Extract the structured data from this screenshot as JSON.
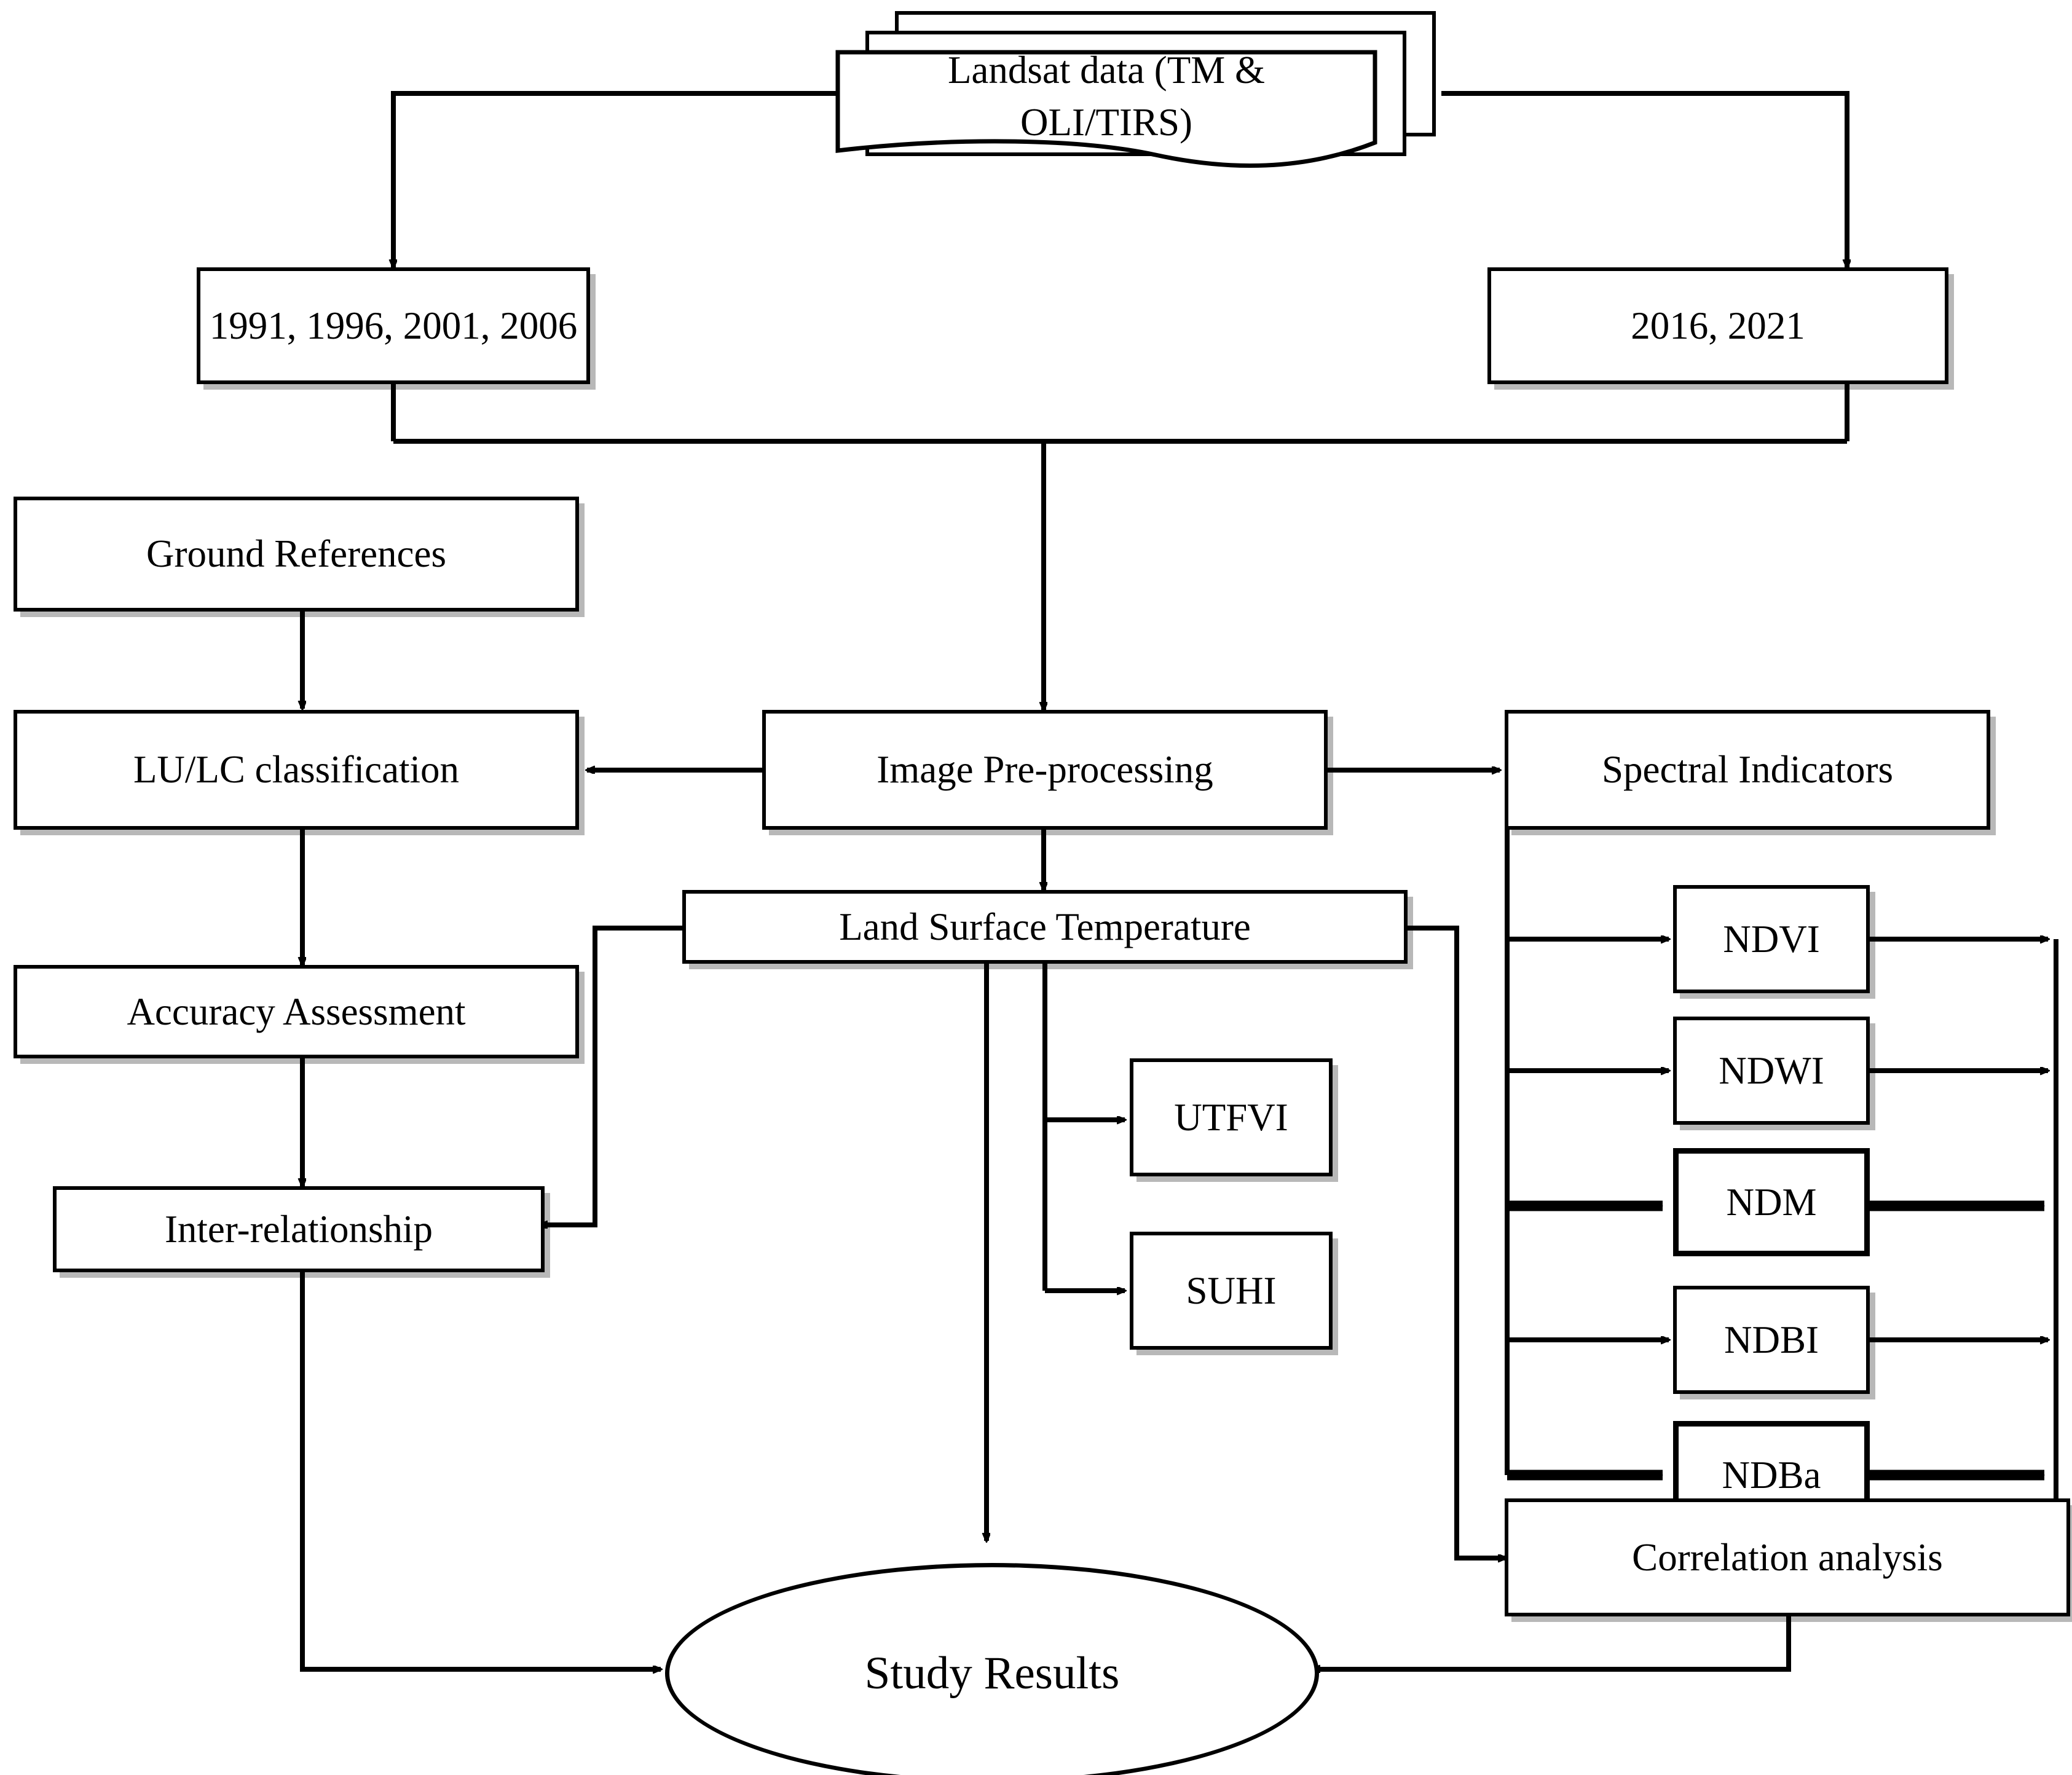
{
  "diagram": {
    "title": "Research methodology flowchart",
    "colors": {
      "stroke": "#000000",
      "fill": "#ffffff",
      "background": "#ffffff"
    },
    "nodes": {
      "landsat_data": {
        "label": "Landsat data (TM &\nOLI/TIRS)",
        "shape": "multi-document"
      },
      "years_early": {
        "label": "1991, 1996, 2001, 2006",
        "shape": "rectangle"
      },
      "years_late": {
        "label": "2016, 2021",
        "shape": "rectangle"
      },
      "ground_references": {
        "label": "Ground References",
        "shape": "rectangle"
      },
      "lulc_classification": {
        "label": "LU/LC classification",
        "shape": "rectangle"
      },
      "image_preprocessing": {
        "label": "Image Pre-processing",
        "shape": "rectangle"
      },
      "spectral_indicators": {
        "label": "Spectral Indicators",
        "shape": "rectangle"
      },
      "accuracy_assessment": {
        "label": "Accuracy Assessment",
        "shape": "rectangle"
      },
      "land_surface_temperature": {
        "label": "Land Surface Temperature",
        "shape": "rectangle"
      },
      "utfvi": {
        "label": "UTFVI",
        "shape": "rectangle"
      },
      "suhi": {
        "label": "SUHI",
        "shape": "rectangle"
      },
      "inter_relationship": {
        "label": "Inter-relationship",
        "shape": "rectangle"
      },
      "correlation_analysis": {
        "label": "Correlation analysis",
        "shape": "rectangle"
      },
      "study_results": {
        "label": "Study Results",
        "shape": "ellipse"
      }
    },
    "indicators": [
      {
        "id": "ndvi",
        "label": "NDVI",
        "emphasis": "normal"
      },
      {
        "id": "ndwi",
        "label": "NDWI",
        "emphasis": "normal"
      },
      {
        "id": "ndm",
        "label": "NDM",
        "emphasis": "bold"
      },
      {
        "id": "ndbi",
        "label": "NDBI",
        "emphasis": "normal"
      },
      {
        "id": "ndba",
        "label": "NDBa",
        "emphasis": "bold"
      }
    ],
    "edges": [
      {
        "from": "landsat_data",
        "to": "years_early"
      },
      {
        "from": "landsat_data",
        "to": "years_late"
      },
      {
        "from": "years_early",
        "to": "image_preprocessing"
      },
      {
        "from": "years_late",
        "to": "image_preprocessing"
      },
      {
        "from": "ground_references",
        "to": "lulc_classification"
      },
      {
        "from": "image_preprocessing",
        "to": "lulc_classification"
      },
      {
        "from": "image_preprocessing",
        "to": "spectral_indicators"
      },
      {
        "from": "image_preprocessing",
        "to": "land_surface_temperature"
      },
      {
        "from": "lulc_classification",
        "to": "accuracy_assessment"
      },
      {
        "from": "accuracy_assessment",
        "to": "inter_relationship"
      },
      {
        "from": "land_surface_temperature",
        "to": "inter_relationship"
      },
      {
        "from": "land_surface_temperature",
        "to": "utfvi"
      },
      {
        "from": "land_surface_temperature",
        "to": "suhi"
      },
      {
        "from": "land_surface_temperature",
        "to": "study_results"
      },
      {
        "from": "land_surface_temperature",
        "to": "correlation_analysis"
      },
      {
        "from": "spectral_indicators",
        "to": "ndvi"
      },
      {
        "from": "spectral_indicators",
        "to": "ndwi"
      },
      {
        "from": "spectral_indicators",
        "to": "ndm"
      },
      {
        "from": "spectral_indicators",
        "to": "ndbi"
      },
      {
        "from": "spectral_indicators",
        "to": "ndba"
      },
      {
        "from": "ndvi",
        "to": "correlation_analysis"
      },
      {
        "from": "ndwi",
        "to": "correlation_analysis"
      },
      {
        "from": "ndm",
        "to": "correlation_analysis"
      },
      {
        "from": "ndbi",
        "to": "correlation_analysis"
      },
      {
        "from": "ndba",
        "to": "correlation_analysis"
      },
      {
        "from": "inter_relationship",
        "to": "study_results"
      },
      {
        "from": "correlation_analysis",
        "to": "study_results"
      }
    ]
  }
}
